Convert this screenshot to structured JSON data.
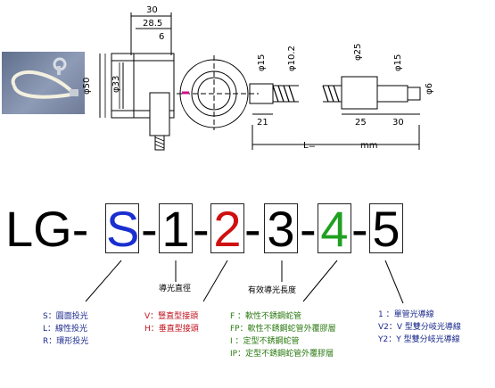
{
  "drawing": {
    "dims": {
      "d30_top": "30",
      "d28_5": "28.5",
      "d6_top": "6",
      "d50": "φ50",
      "d33": "φ33",
      "d15_left": "φ15",
      "d10_2": "φ10.2",
      "d25": "φ25",
      "d15_right": "φ15",
      "d6_right": "φ6",
      "len21": "21",
      "len25": "25",
      "len30": "30",
      "L_label": "L=",
      "mm_label": "mm"
    }
  },
  "code": {
    "prefix": "LG-",
    "seg1": "S",
    "dash1": "-",
    "seg2": "1",
    "dash2": "-",
    "seg3": "2",
    "dash3": "-",
    "seg4": "3",
    "dash4": "-",
    "seg5": "4",
    "dash5": "-",
    "seg6": "5",
    "colors": {
      "seg1": "#1a2fd0",
      "seg3": "#d01010",
      "seg5": "#20a020",
      "default": "#000000"
    }
  },
  "legend": {
    "seg2_caption": "導光直徑",
    "seg4_caption": "有效導光長度",
    "seg1_items": [
      "S：圓面投光",
      "L：線性投光",
      "R：環形投光"
    ],
    "seg3_items": [
      "V：豎直型接頭",
      "H：垂直型接頭"
    ],
    "seg5_items": [
      "F  ：軟性不銹鋼蛇管",
      "FP：軟性不銹鋼蛇管外覆膠層",
      "I   ：定型不銹鋼蛇管",
      "IP：定型不銹鋼蛇管外覆膠層"
    ],
    "seg6_items": [
      "1   ：單管光導線",
      "V2：V 型雙分岐光導線",
      "Y2：Y 型雙分岐光導線"
    ]
  }
}
